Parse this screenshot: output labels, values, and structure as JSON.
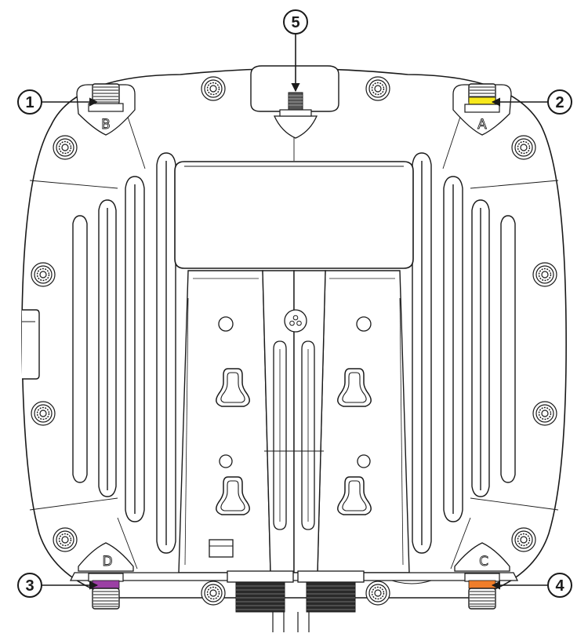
{
  "callouts": [
    {
      "number": "1"
    },
    {
      "number": "2"
    },
    {
      "number": "3"
    },
    {
      "number": "4"
    },
    {
      "number": "5"
    }
  ],
  "ports": [
    {
      "letter": "A",
      "band_color": "#f7e81c"
    },
    {
      "letter": "B",
      "band_color": ""
    },
    {
      "letter": "C",
      "band_color": "#f07d2a"
    },
    {
      "letter": "D",
      "band_color": "#9b3fa4"
    }
  ],
  "colors": {
    "line": "#1a1a1a",
    "fill": "#ffffff"
  }
}
